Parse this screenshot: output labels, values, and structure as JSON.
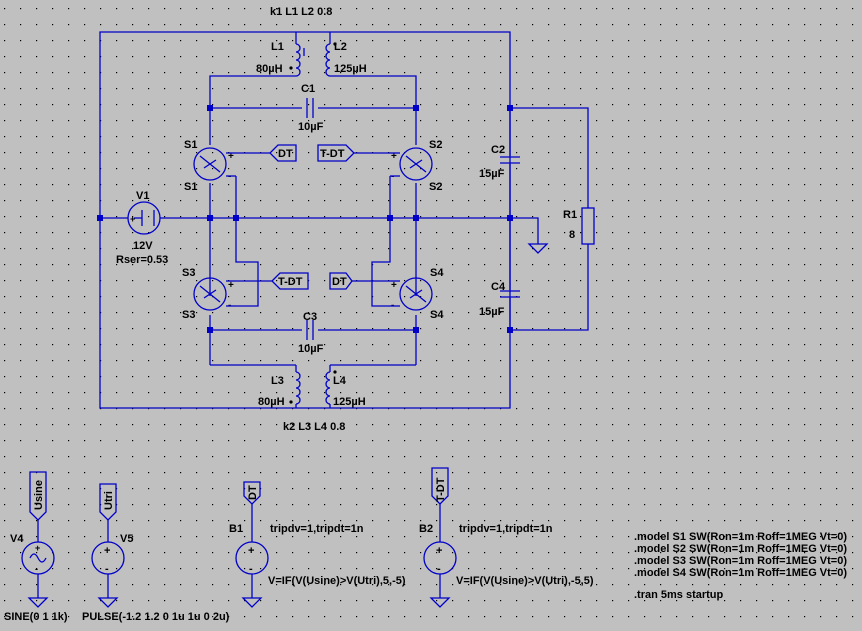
{
  "schematic": {
    "colors": {
      "background": "#c0c0c0",
      "wire": "#0000c8",
      "text": "#000000"
    },
    "coupling": [
      {
        "id": "k1",
        "text": "k1 L1 L2 0.8"
      },
      {
        "id": "k2",
        "text": "k2 L3 L4 0.8"
      }
    ],
    "inductors": [
      {
        "name": "L1",
        "value": "80µH"
      },
      {
        "name": "L2",
        "value": "125µH"
      },
      {
        "name": "L3",
        "value": "80µH"
      },
      {
        "name": "L4",
        "value": "125µH"
      }
    ],
    "capacitors": [
      {
        "name": "C1",
        "value": "10µF"
      },
      {
        "name": "C2",
        "value": "15µF"
      },
      {
        "name": "C3",
        "value": "10µF"
      },
      {
        "name": "C4",
        "value": "15µF"
      }
    ],
    "switches": [
      {
        "name": "S1",
        "model": "S1"
      },
      {
        "name": "S2",
        "model": "S2"
      },
      {
        "name": "S3",
        "model": "S3"
      },
      {
        "name": "S4",
        "model": "S4"
      }
    ],
    "source": {
      "name": "V1",
      "value": "12V",
      "extra": "Rser=0.53"
    },
    "resistor": {
      "name": "R1",
      "value": "8"
    },
    "labels": {
      "dt": "DT",
      "tdt": "T-DT",
      "usine": "Usine",
      "utri": "Utri"
    },
    "bottom": {
      "v4": {
        "name": "V4",
        "value": "SINE(0 1 1k)"
      },
      "v5": {
        "name": "V5",
        "value": "PULSE(-1.2 1.2 0 1u 1u 0 2u)"
      },
      "b1": {
        "name": "B1",
        "trip": "tripdv=1,tripdt=1n",
        "expr": "V=IF(V(Usine)>V(Utri),5,-5)"
      },
      "b2": {
        "name": "B2",
        "trip": "tripdv=1,tripdt=1n",
        "expr": "V=IF(V(Usine)>V(Utri),-5,5)"
      }
    },
    "directives": [
      ".model S1 SW(Ron=1m Roff=1MEG Vt=0)",
      ".model S2 SW(Ron=1m Roff=1MEG Vt=0)",
      ".model S3 SW(Ron=1m Roff=1MEG Vt=0)",
      ".model S4 SW(Ron=1m Roff=1MEG Vt=0)",
      ".tran 5ms startup"
    ]
  }
}
